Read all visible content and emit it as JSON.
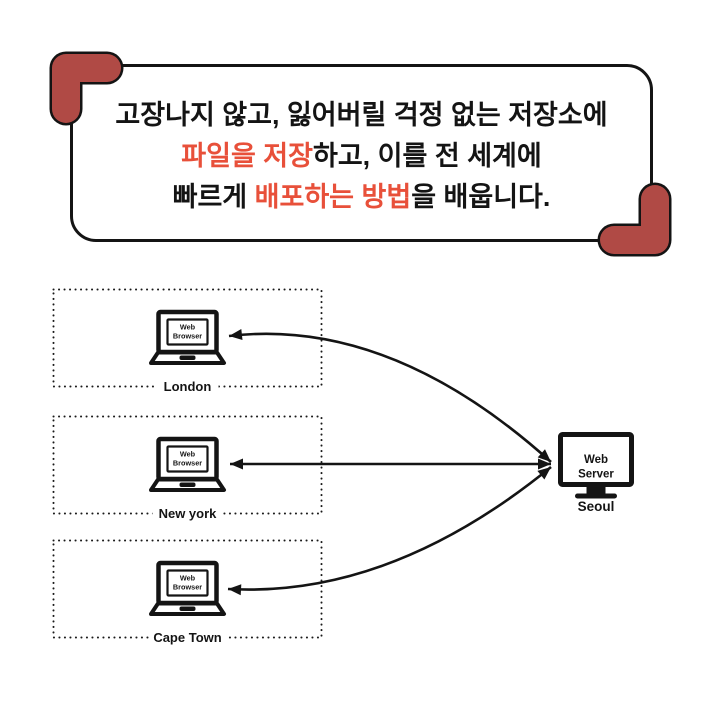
{
  "colors": {
    "background": "#ffffff",
    "ink": "#141414",
    "accent_red": "#e8503a",
    "ornament_red": "#b04a45"
  },
  "callout": {
    "line1": "고장나지 않고, 잃어버릴 걱정 없는 저장소에",
    "line2_accent": "파일을 저장",
    "line2_rest": "하고, 이를 전 세계에",
    "line3_start": "빠르게 ",
    "line3_accent": "배포하는 방법",
    "line3_end": "을 배웁니다."
  },
  "diagram": {
    "clients": [
      {
        "location": "London",
        "device": "Web Browser",
        "device_lines": [
          "Web",
          "Browser"
        ]
      },
      {
        "location": "New york",
        "device": "Web Browser",
        "device_lines": [
          "Web",
          "Browser"
        ]
      },
      {
        "location": "Cape Town",
        "device": "Web Browser",
        "device_lines": [
          "Web",
          "Browser"
        ]
      }
    ],
    "server": {
      "location": "Seoul",
      "device": "Web Server",
      "device_lines": [
        "Web",
        "Server"
      ]
    },
    "icons": {
      "client_device": "laptop-icon",
      "server_device": "monitor-icon",
      "connection": "bidirectional-arrow",
      "callout_corners": "quote-elbow-ornament"
    }
  }
}
